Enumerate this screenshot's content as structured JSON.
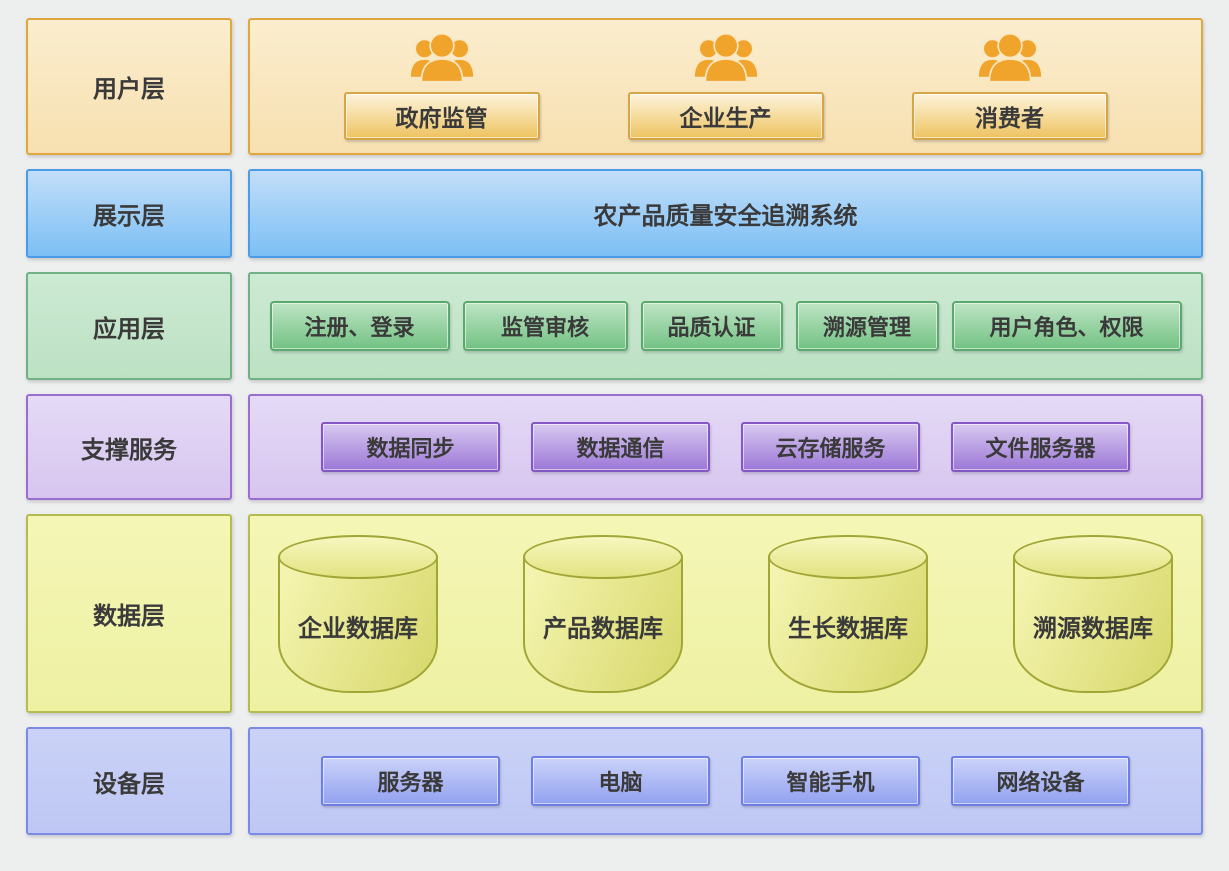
{
  "palette": {
    "background": "#edeeee",
    "user_fill": "#f9e7c2",
    "user_border": "#e1a73f",
    "user_icon": "#f0a42c",
    "display_fill": "#8cc6f2",
    "display_border": "#4b9ce6",
    "app_fill": "#c2e5c8",
    "app_border": "#72b184",
    "app_button": "#72c283",
    "support_fill": "#dccbf2",
    "support_border": "#9a6ed1",
    "support_button": "#9c77d7",
    "data_fill": "#f2f4ae",
    "data_border": "#b6bb50",
    "cylinder_fill": "#e3e382",
    "device_fill": "#c2cbf5",
    "device_border": "#7b8ae7",
    "device_button": "#92a1f0",
    "text": "#3a3a3a"
  },
  "layers": [
    {
      "label": "用户层",
      "users": [
        {
          "icon": "user-group-icon",
          "label": "政府监管"
        },
        {
          "icon": "user-group-icon",
          "label": "企业生产"
        },
        {
          "icon": "user-group-icon",
          "label": "消费者"
        }
      ]
    },
    {
      "label": "展示层",
      "title": "农产品质量安全追溯系统"
    },
    {
      "label": "应用层",
      "buttons": [
        "注册、登录",
        "监管审核",
        "品质认证",
        "溯源管理",
        "用户角色、权限"
      ]
    },
    {
      "label": "支撑服务",
      "buttons": [
        "数据同步",
        "数据通信",
        "云存储服务",
        "文件服务器"
      ]
    },
    {
      "label": "数据层",
      "databases": [
        "企业数据库",
        "产品数据库",
        "生长数据库",
        "溯源数据库"
      ]
    },
    {
      "label": "设备层",
      "buttons": [
        "服务器",
        "电脑",
        "智能手机",
        "网络设备"
      ]
    }
  ]
}
